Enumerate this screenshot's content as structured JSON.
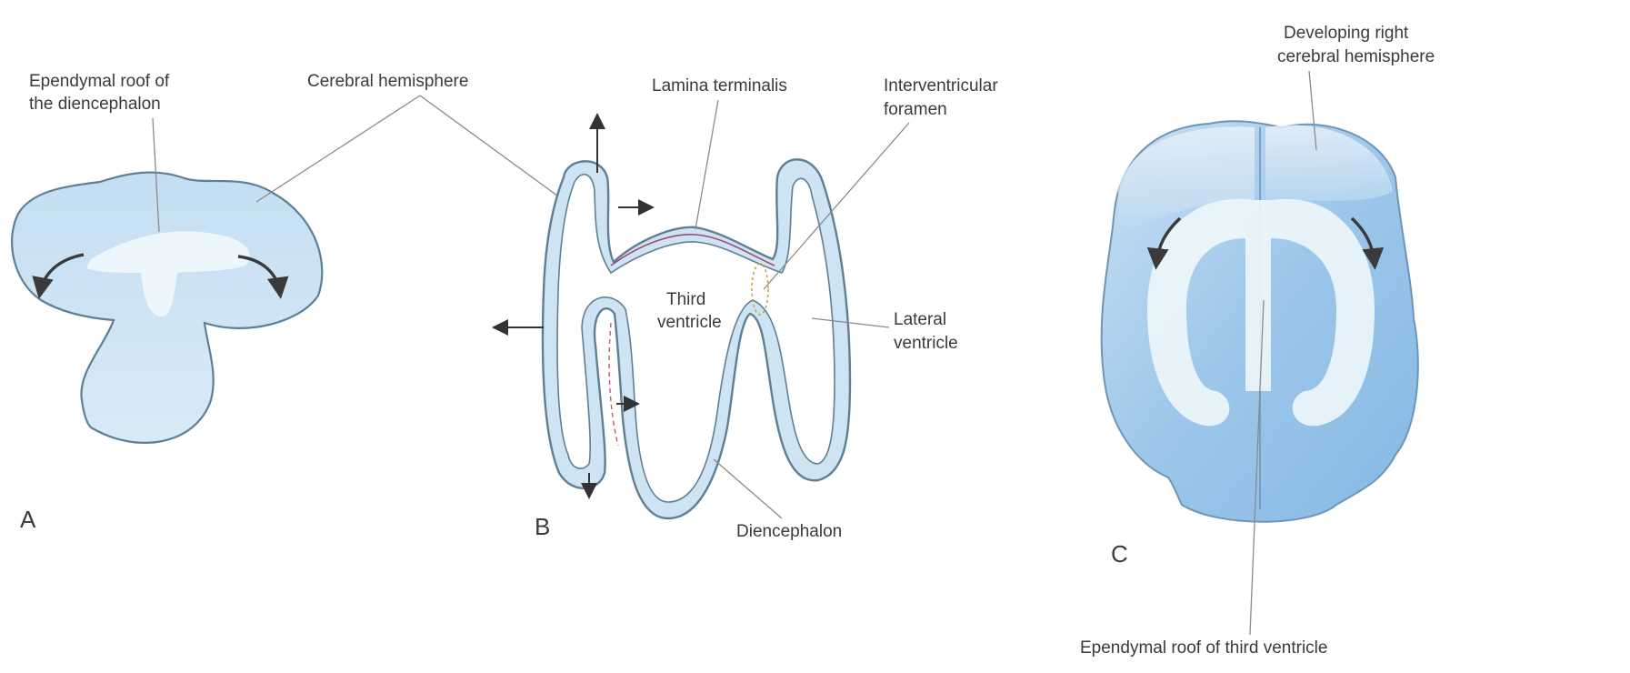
{
  "panels": {
    "a": {
      "letter": "A",
      "label_ependymal": [
        "Ependymal roof of",
        "the diencephalon"
      ],
      "label_cerebral": "Cerebral hemisphere"
    },
    "b": {
      "letter": "B",
      "label_lamina": "Lamina terminalis",
      "label_foramen": [
        "Interventricular",
        "foramen"
      ],
      "label_third": [
        "Third",
        "ventricle"
      ],
      "label_lateral": [
        "Lateral",
        "ventricle"
      ],
      "label_diencephalon": "Diencephalon"
    },
    "c": {
      "letter": "C",
      "label_developing": [
        "Developing right",
        "cerebral hemisphere"
      ],
      "label_ependymal_third": "Ependymal roof of third ventricle"
    }
  },
  "colors": {
    "tissue_light": "#cfe4f3",
    "tissue_mid": "#a9cdea",
    "tissue_dark": "#8dbde5",
    "ependyma": "#eef7fb",
    "outline": "#5f7f96"
  }
}
